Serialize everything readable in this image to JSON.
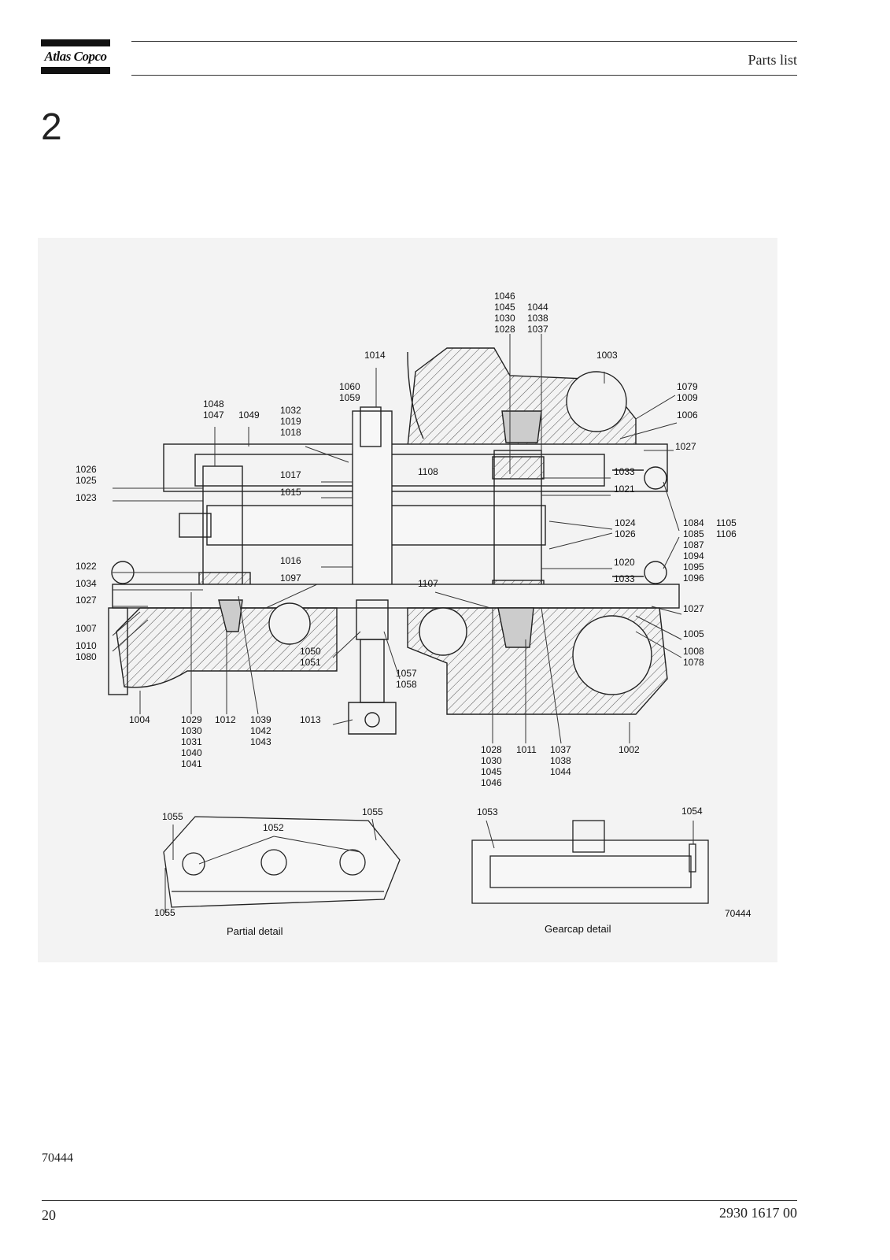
{
  "header": {
    "brand": "Atlas Copco",
    "title": "Parts list"
  },
  "section_number": "2",
  "figure": {
    "drawing_number": "70444",
    "callouts": [
      {
        "id": "c1",
        "lines": [
          "1046",
          "1045",
          "1030",
          "1028"
        ]
      },
      {
        "id": "c2",
        "lines": [
          "1044",
          "1038",
          "1037"
        ]
      },
      {
        "id": "c3",
        "lines": [
          "1014"
        ]
      },
      {
        "id": "c4",
        "lines": [
          "1003"
        ]
      },
      {
        "id": "c5",
        "lines": [
          "1060",
          "1059"
        ]
      },
      {
        "id": "c6",
        "lines": [
          "1079",
          "1009"
        ]
      },
      {
        "id": "c7",
        "lines": [
          "1048",
          "1047"
        ]
      },
      {
        "id": "c8",
        "lines": [
          "1049"
        ]
      },
      {
        "id": "c9",
        "lines": [
          "1032",
          "1019",
          "1018"
        ]
      },
      {
        "id": "c10",
        "lines": [
          "1006"
        ]
      },
      {
        "id": "c11",
        "lines": [
          "1027"
        ]
      },
      {
        "id": "c12",
        "lines": [
          "1026",
          "1025"
        ]
      },
      {
        "id": "c13",
        "lines": [
          "1017"
        ]
      },
      {
        "id": "c14",
        "lines": [
          "1108"
        ]
      },
      {
        "id": "c15",
        "lines": [
          "1033"
        ]
      },
      {
        "id": "c16",
        "lines": [
          "1023"
        ]
      },
      {
        "id": "c17",
        "lines": [
          "1015"
        ]
      },
      {
        "id": "c18",
        "lines": [
          "1021"
        ]
      },
      {
        "id": "c19",
        "lines": [
          "1024",
          "1026"
        ]
      },
      {
        "id": "c20",
        "lines": [
          "1084",
          "1085",
          "1087",
          "1094",
          "1095",
          "1096"
        ]
      },
      {
        "id": "c21",
        "lines": [
          "1105",
          "1106"
        ]
      },
      {
        "id": "c22",
        "lines": [
          "1016"
        ]
      },
      {
        "id": "c23",
        "lines": [
          "1020"
        ]
      },
      {
        "id": "c24",
        "lines": [
          "1022"
        ]
      },
      {
        "id": "c25",
        "lines": [
          "1097"
        ]
      },
      {
        "id": "c26",
        "lines": [
          "1033"
        ]
      },
      {
        "id": "c27",
        "lines": [
          "1034"
        ]
      },
      {
        "id": "c28",
        "lines": [
          "1107"
        ]
      },
      {
        "id": "c29",
        "lines": [
          "1027"
        ]
      },
      {
        "id": "c30",
        "lines": [
          "1027"
        ]
      },
      {
        "id": "c31",
        "lines": [
          "1007"
        ]
      },
      {
        "id": "c32",
        "lines": [
          "1005"
        ]
      },
      {
        "id": "c33",
        "lines": [
          "1010",
          "1080"
        ]
      },
      {
        "id": "c34",
        "lines": [
          "1050",
          "1051"
        ]
      },
      {
        "id": "c35",
        "lines": [
          "1008",
          "1078"
        ]
      },
      {
        "id": "c36",
        "lines": [
          "1057",
          "1058"
        ]
      },
      {
        "id": "c37",
        "lines": [
          "1004"
        ]
      },
      {
        "id": "c38",
        "lines": [
          "1029",
          "1030",
          "1031",
          "1040",
          "1041"
        ]
      },
      {
        "id": "c39",
        "lines": [
          "1012"
        ]
      },
      {
        "id": "c40",
        "lines": [
          "1039",
          "1042",
          "1043"
        ]
      },
      {
        "id": "c41",
        "lines": [
          "1013"
        ]
      },
      {
        "id": "c42",
        "lines": [
          "1028",
          "1030",
          "1045",
          "1046"
        ]
      },
      {
        "id": "c43",
        "lines": [
          "1011"
        ]
      },
      {
        "id": "c44",
        "lines": [
          "1037",
          "1038",
          "1044"
        ]
      },
      {
        "id": "c45",
        "lines": [
          "1002"
        ]
      },
      {
        "id": "c46",
        "lines": [
          "1055"
        ]
      },
      {
        "id": "c47",
        "lines": [
          "1055"
        ]
      },
      {
        "id": "c48",
        "lines": [
          "1052"
        ]
      },
      {
        "id": "c49",
        "lines": [
          "1055"
        ]
      },
      {
        "id": "c50",
        "lines": [
          "1053"
        ]
      },
      {
        "id": "c51",
        "lines": [
          "1054"
        ]
      }
    ],
    "captions": {
      "partial": "Partial detail",
      "gearcap": "Gearcap detail"
    }
  },
  "bottom_reference": "70444",
  "footer": {
    "page": "20",
    "document_number": "2930 1617 00"
  }
}
